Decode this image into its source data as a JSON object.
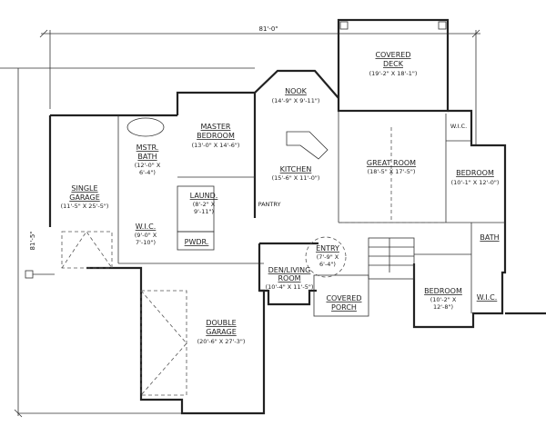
{
  "dimensions": {
    "overall_width": "81'-0\"",
    "overall_depth": "81'-5\""
  },
  "rooms": {
    "covered_deck": {
      "name": [
        "COVERED",
        "DECK"
      ],
      "size": "(19'-2\" X 18'-1\")"
    },
    "nook": {
      "name": [
        "NOOK"
      ],
      "size": "(14'-9\" X 9'-11\")"
    },
    "master_bedroom": {
      "name": [
        "MASTER",
        "BEDROOM"
      ],
      "size": "(13'-0\" X 14'-6\")"
    },
    "master_bath": {
      "name": [
        "MSTR.",
        "BATH"
      ],
      "size": [
        "(12'-0\" X",
        "6'-4\")"
      ]
    },
    "kitchen": {
      "name": [
        "KITCHEN"
      ],
      "size": "(15'-6\" X 11'-0\")"
    },
    "pantry": {
      "name": [
        "PANTRY"
      ]
    },
    "great_room": {
      "name": [
        "GREAT ROOM"
      ],
      "size": "(18'-5\" X 17'-5\")"
    },
    "wic_top": {
      "name": [
        "W.I.C."
      ]
    },
    "bedroom_right": {
      "name": [
        "BEDROOM"
      ],
      "size": "(10'-1\" X 12'-0\")"
    },
    "single_garage": {
      "name": [
        "SINGLE",
        "GARAGE"
      ],
      "size": "(11'-5\" X 25'-5\")"
    },
    "laundry": {
      "name": [
        "LAUND."
      ],
      "size": [
        "(8'-2\" X",
        "9'-11\")"
      ]
    },
    "wic_master": {
      "name": [
        "W.I.C."
      ],
      "size": [
        "(9'-0\" X",
        "7'-10\")"
      ]
    },
    "powder": {
      "name": [
        "PWDR."
      ]
    },
    "entry": {
      "name": [
        "ENTRY"
      ],
      "size": [
        "(7'-9\" X",
        "6'-4\")"
      ]
    },
    "den": {
      "name": [
        "DEN/LIVING",
        "ROOM"
      ],
      "size": "(10'-4\" X 11'-5\")"
    },
    "bath": {
      "name": [
        "BATH"
      ]
    },
    "covered_porch": {
      "name": [
        "COVERED",
        "PORCH"
      ]
    },
    "bedroom_lower": {
      "name": [
        "BEDROOM"
      ],
      "size": [
        "(10'-2\" X",
        "12'-8\")"
      ]
    },
    "wic_lower": {
      "name": [
        "W.I.C."
      ]
    },
    "double_garage": {
      "name": [
        "DOUBLE",
        "GARAGE"
      ],
      "size": "(20'-6\" X 27'-3\")"
    }
  }
}
